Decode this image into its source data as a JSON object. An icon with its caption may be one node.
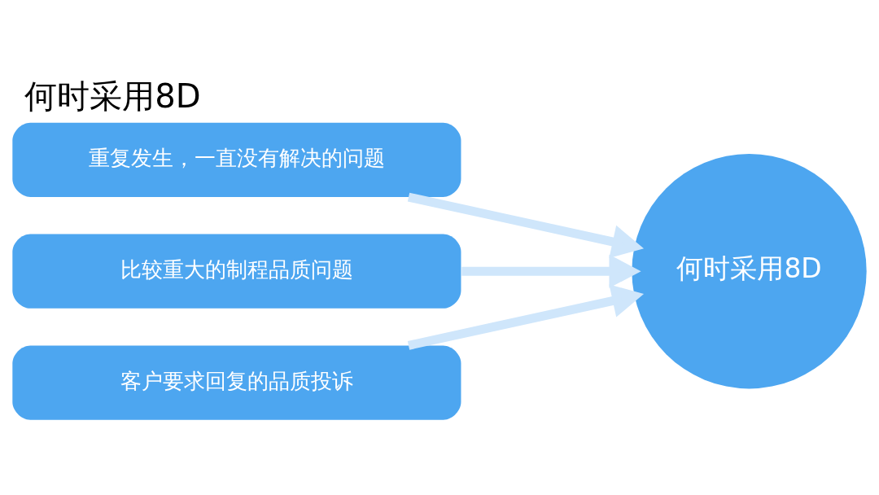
{
  "diagram": {
    "title": "何时采用8D",
    "nodes": [
      {
        "text": [
          "重复发生，一直没有解决的问题"
        ]
      },
      {
        "text": [
          "比较重大的制程品质问题"
        ]
      },
      {
        "text": [
          "客户要求回复的品质投诉"
        ]
      },
      {
        "text": [
          "何时采用8D"
        ]
      }
    ],
    "edges": [
      {
        "from": 0,
        "to": 3,
        "arrow": "to"
      },
      {
        "from": 1,
        "to": 3,
        "arrow": "to"
      },
      {
        "from": 2,
        "to": 3,
        "arrow": "to"
      }
    ]
  }
}
